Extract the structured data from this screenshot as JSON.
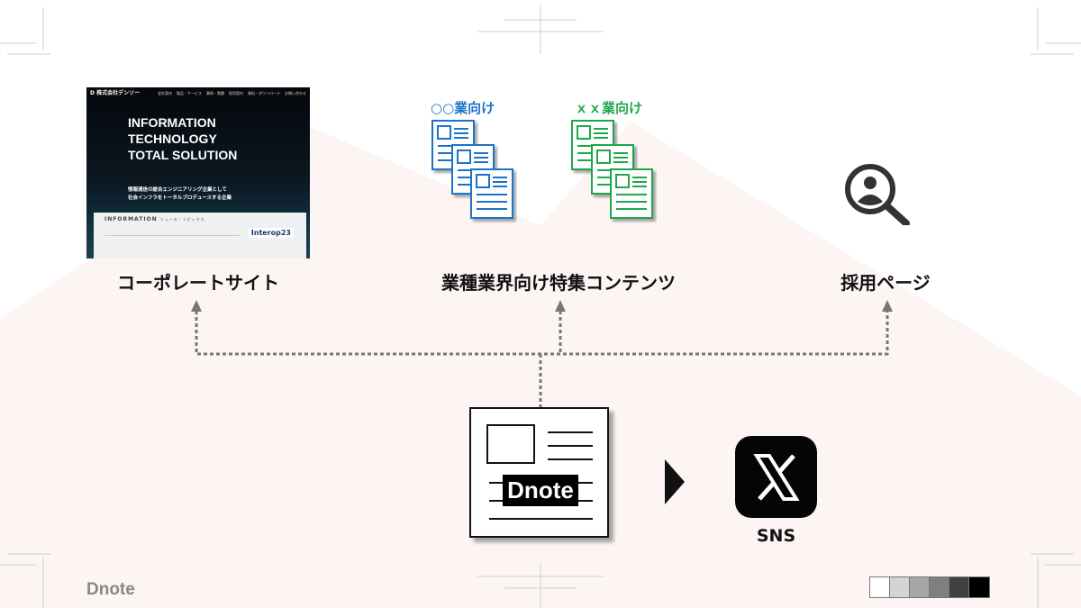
{
  "corporate_site": {
    "label": "コーポレートサイト",
    "screenshot": {
      "logo_text": "D 株式会社デンソー",
      "nav_items": [
        "会社案内",
        "製品・サービス",
        "事例・実績",
        "採用案内",
        "資料・ダウンロード",
        "お問い合わせ"
      ],
      "hero_lines": [
        "INFORMATION",
        "TECHNOLOGY",
        "TOTAL SOLUTION"
      ],
      "sub_lines": [
        "情報通信の総合エンジニアリング企業として",
        "社会インフラをトータルプロデュースする企業"
      ],
      "info_heading": "INFORMATION",
      "info_sub": "ニュース・トピックス",
      "badge": "Interop23"
    }
  },
  "feature_contents": {
    "label": "業種業界向け特集コンテンツ",
    "groups": [
      {
        "title": "○○業向け",
        "color": "#1a73c8"
      },
      {
        "title": "ｘｘ業向け",
        "color": "#1fa84a"
      }
    ]
  },
  "recruit": {
    "label": "採用ページ",
    "icon": "person-search-icon"
  },
  "dnote_card": {
    "logo_text": "Dnote"
  },
  "sns": {
    "label": "SNS",
    "icon": "x-logo-icon"
  },
  "footer": {
    "brand": "Dnote"
  },
  "grayscale_bar": [
    "#ffffff",
    "#d4d4d4",
    "#a6a6a6",
    "#7f7f7f",
    "#404040",
    "#000000"
  ],
  "colors": {
    "background_shape": "#fdf4f4",
    "connector": "#777777"
  }
}
